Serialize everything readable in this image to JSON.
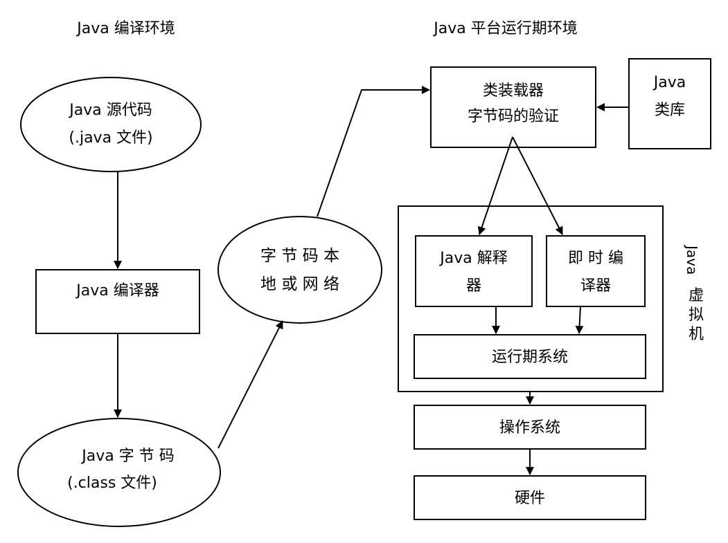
{
  "headers": {
    "compile_env": "Java 编译环境",
    "runtime_env": "Java 平台运行期环境"
  },
  "nodes": {
    "source": {
      "line1": "Java 源代码",
      "line2": "(.java 文件)"
    },
    "compiler": {
      "label": "Java 编译器"
    },
    "bytecode": {
      "line1": "Java  字 节 码",
      "line2": "(.class 文件)"
    },
    "local_net": {
      "line1": "字 节 码 本",
      "line2": "地 或 网 络"
    },
    "loader": {
      "line1": "类装载器",
      "line2": "字节码的验证"
    },
    "class_lib": {
      "line1": "Java",
      "line2": "类库"
    },
    "interpreter": {
      "line1": "Java 解释",
      "line2": "器"
    },
    "jit": {
      "line1": "即 时 编",
      "line2": "译器"
    },
    "runtime": {
      "label": "运行期系统"
    },
    "os": {
      "label": "操作系统"
    },
    "hardware": {
      "label": "硬件"
    },
    "jvm": {
      "label_latin": "Java",
      "label_chars": [
        "虚",
        "拟",
        "机"
      ]
    }
  }
}
